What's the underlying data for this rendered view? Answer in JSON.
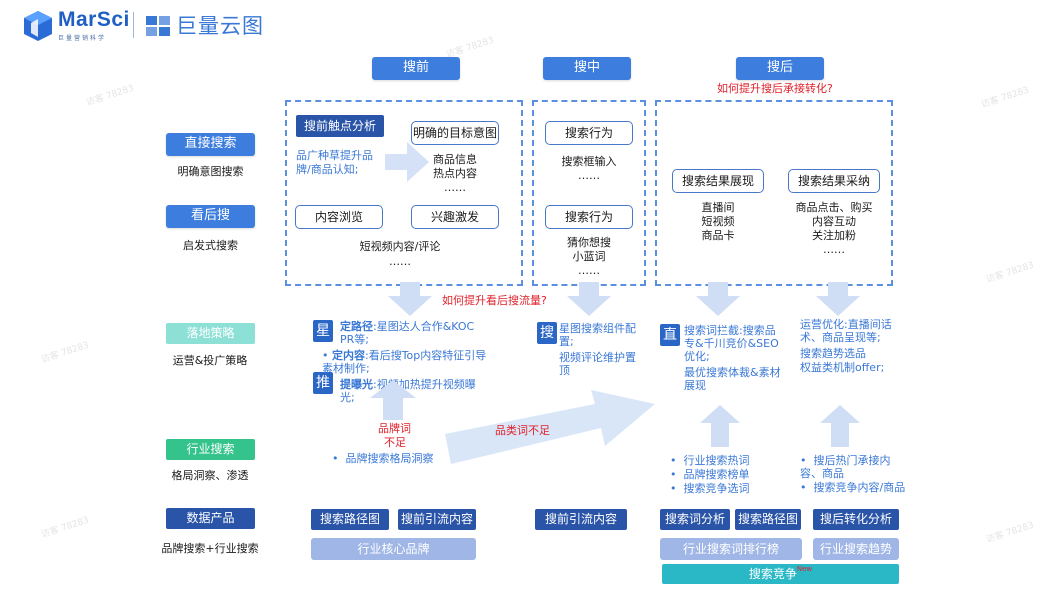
{
  "logo": {
    "brand": "MarSci",
    "sub": "巨量营销科学",
    "partner": "巨量云图"
  },
  "phases": [
    "搜前",
    "搜中",
    "搜后"
  ],
  "question_after": "如何提升搜后承接转化?",
  "question_hou": "如何提升看后搜流量?",
  "rows": {
    "direct": {
      "title": "直接搜索",
      "desc": "明确意图搜索"
    },
    "after": {
      "title": "看后搜",
      "desc": "启发式搜索"
    },
    "strategy": {
      "title": "落地策略",
      "desc": "运营&投广策略"
    },
    "industry": {
      "title": "行业搜索",
      "desc": "格局洞察、渗透"
    },
    "data": {
      "title": "数据产品",
      "desc": "品牌搜索+行业搜索"
    }
  },
  "pre": {
    "touch": "搜前触点分析",
    "touch_desc": "品广种草提升品牌/商品认知;",
    "intent": "明确的目标意图",
    "intent_desc": [
      "商品信息",
      "热点内容",
      "……"
    ],
    "browse": "内容浏览",
    "interest": "兴趣激发",
    "after_desc": [
      "短视频内容/评论",
      "……"
    ]
  },
  "mid": {
    "act1": "搜索行为",
    "act1_desc": [
      "搜索框输入",
      "……"
    ],
    "act2": "搜索行为",
    "act2_desc": [
      "猜你想搜",
      "小蓝词",
      "……"
    ]
  },
  "post": {
    "show": "搜索结果展现",
    "show_desc": [
      "直播间",
      "短视频",
      "商品卡"
    ],
    "buy": "搜索结果采纳",
    "buy_desc": [
      "商品点击、购买",
      "内容互动",
      "关注加粉",
      "……"
    ]
  },
  "strategy": {
    "xing": "星",
    "tui": "推",
    "sou": "搜",
    "zhi": "直",
    "pre_lines": [
      {
        "b": "定路径",
        "t": ":星图达人合作&KOC PR等;"
      },
      {
        "b": "定内容",
        "t": ":看后搜Top内容特征引导素材制作;"
      },
      {
        "b": "提曝光",
        "t": ":视频加热提升视频曝光;"
      }
    ],
    "mid_lines": [
      "星图搜索组件配置;",
      "视频评论维护置顶"
    ],
    "post1_lines": [
      "搜索词拦截:搜索品专&千川竞价&SEO优化;",
      "最优搜索体裁&素材展现"
    ],
    "post2_lines": [
      "运营优化:直播间话术、商品呈现等;",
      "搜索趋势选品",
      "权益类机制offer;"
    ]
  },
  "industry": {
    "brand_word": [
      "品牌词",
      "不足"
    ],
    "category_word": "品类词不足",
    "brand_insight": "品牌搜索格局洞察",
    "post1": [
      "行业搜索热词",
      "品牌搜索榜单",
      "搜索竞争选词"
    ],
    "post2": [
      "搜后热门承接内容、商品",
      "搜索竞争内容/商品"
    ]
  },
  "products": {
    "path": "搜索路径图",
    "pre_content": "搜前引流内容",
    "core_brand": "行业核心品牌",
    "mid_content": "搜前引流内容",
    "word_analysis": "搜索词分析",
    "path2": "搜索路径图",
    "conversion": "搜后转化分析",
    "word_rank": "行业搜索词排行榜",
    "trend": "行业搜索趋势",
    "compete": "搜索竞争",
    "new_tag": "New"
  },
  "watermark": "访客 78283",
  "colors": {
    "primary": "#3c7ddd",
    "navy": "#2a54a8",
    "red": "#e0202a",
    "teal": "#2ab8c7",
    "green": "#35c38c"
  }
}
